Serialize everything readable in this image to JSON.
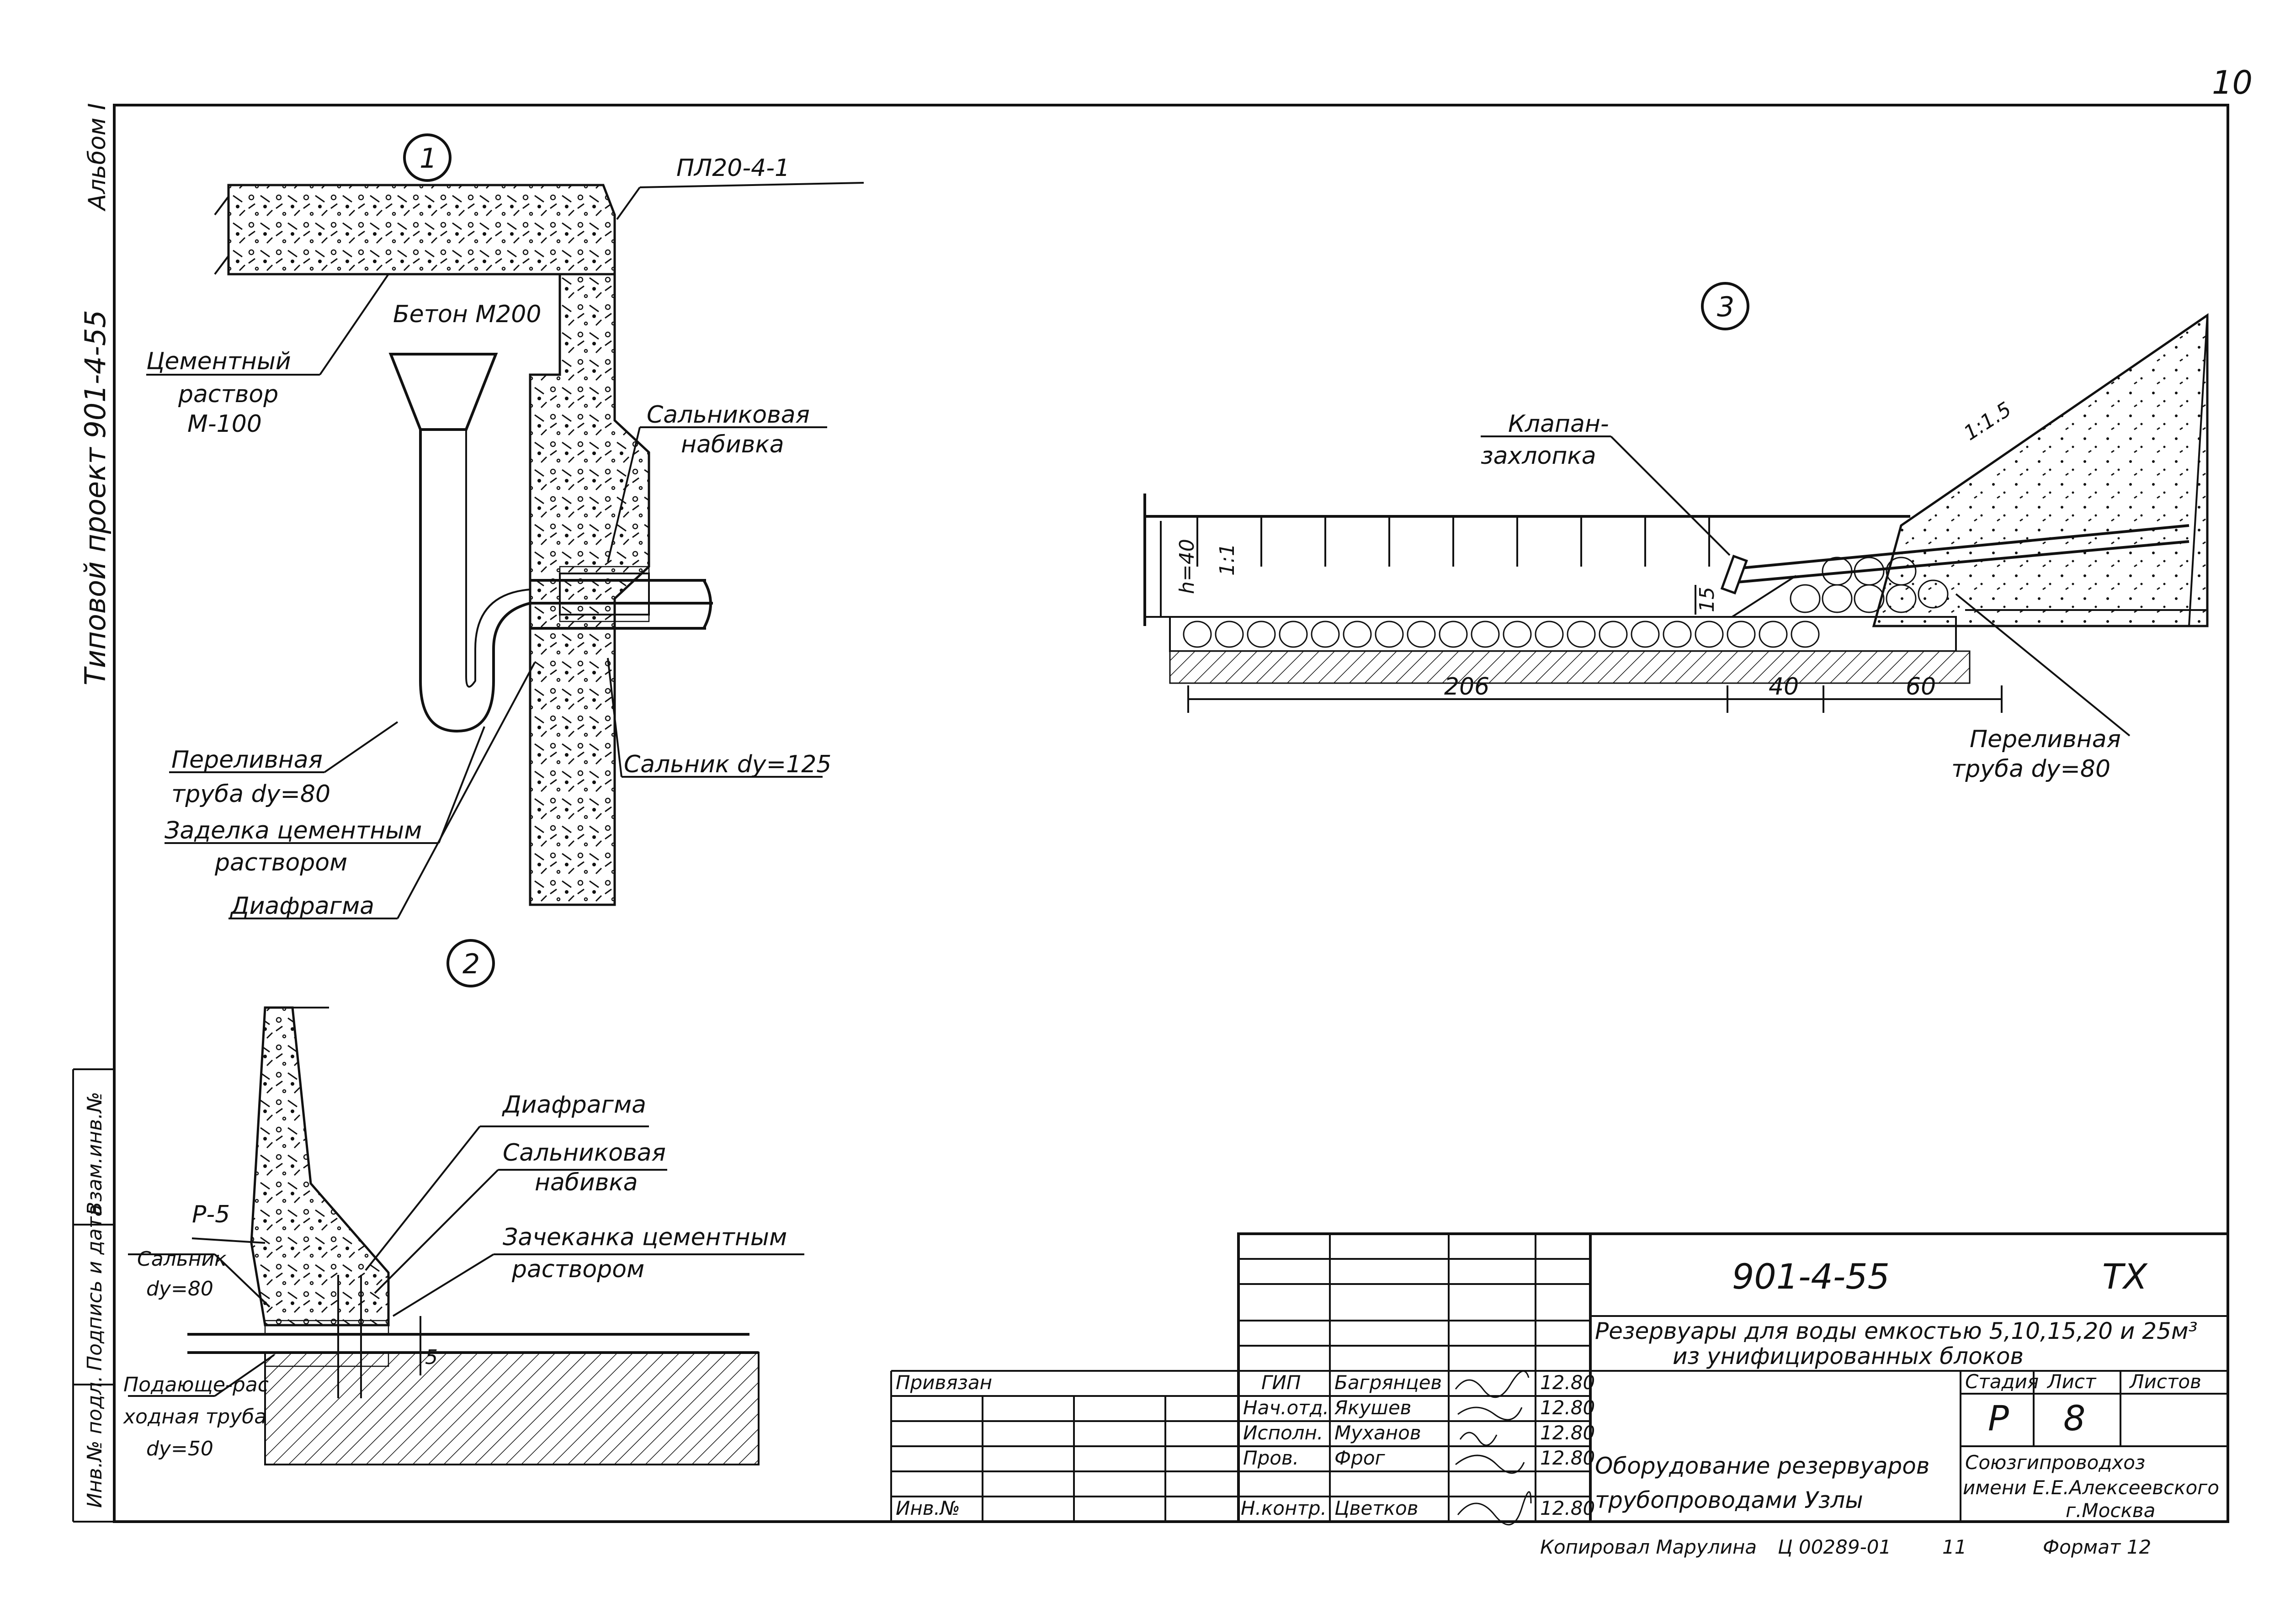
{
  "sheet": {
    "page_number": "10",
    "side_album": "Альбом I",
    "side_project": "Типовой проект 901-4-55",
    "side_boxes": [
      "Инв.№ подл.",
      "Подпись и дата",
      "Взам.инв.№"
    ]
  },
  "detail1": {
    "marker": "1",
    "label_slab": "ПЛ20-4-1",
    "label_concrete": "Бетон М200",
    "label_mortar_1": "Цементный",
    "label_mortar_2": "раствор",
    "label_mortar_3": "М-100",
    "label_packing_1": "Сальниковая",
    "label_packing_2": "набивка",
    "label_gland": "Сальник dу=125",
    "label_overflow_1": "Переливная",
    "label_overflow_2": "труба dу=80",
    "label_seal_1": "Заделка цементным",
    "label_seal_2": "раствором",
    "label_diaphragm": "Диафрагма"
  },
  "detail2": {
    "marker": "2",
    "label_diaphragm": "Диафрагма",
    "label_packing_1": "Сальниковая",
    "label_packing_2": "набивка",
    "label_caulk_1": "Зачеканка цементным",
    "label_caulk_2": "раствором",
    "label_p5": "Р-5",
    "label_gland_1": "Сальник",
    "label_gland_2": "dу=80",
    "label_supply_1": "Подающе-рас",
    "label_supply_2": "ходная труба",
    "label_supply_3": "dу=50",
    "dim_gap": "5"
  },
  "detail3": {
    "marker": "3",
    "label_valve_1": "Клапан-",
    "label_valve_2": "захлопка",
    "label_slope": "1:1.5",
    "label_slope_left": "1:1",
    "label_h": "h=40",
    "dim_15": "15",
    "dim_206": "206",
    "dim_40": "40",
    "dim_60": "60",
    "label_overflow_1": "Переливная",
    "label_overflow_2": "труба dу=80"
  },
  "title_block": {
    "doc_code": "901-4-55",
    "section": "ТХ",
    "project_title_1": "Резервуары для воды емкостью 5,10,15,20 и 25м³",
    "project_title_2": "из унифицированных блоков",
    "bound": "Привязан",
    "inv_no": "Инв.№",
    "sheet_title_1": "Оборудование резервуаров",
    "sheet_title_2": "трубопроводами Узлы",
    "org_1": "Союзгипроводхоз",
    "org_2": "имени Е.Е.Алексеевского",
    "org_3": "г.Москва",
    "stage_header": "Стадия",
    "sheet_header": "Лист",
    "sheets_header": "Листов",
    "stage": "Р",
    "sheet_no": "8",
    "sheets_total": "",
    "staff": [
      {
        "role": "ГИП",
        "name": "Багрянцев",
        "date": "12.80"
      },
      {
        "role": "Нач.отд.",
        "name": "Якушев",
        "date": "12.80"
      },
      {
        "role": "Исполн.",
        "name": "Муханов",
        "date": "12.80"
      },
      {
        "role": "Пров.",
        "name": "Фрог",
        "date": "12.80"
      },
      {
        "role": "Н.контр.",
        "name": "Цветков",
        "date": "12.80"
      }
    ],
    "footer_copied": "Копировал Марулина",
    "footer_code": "Ц 00289-01",
    "footer_num": "11",
    "footer_format": "Формат 12"
  }
}
